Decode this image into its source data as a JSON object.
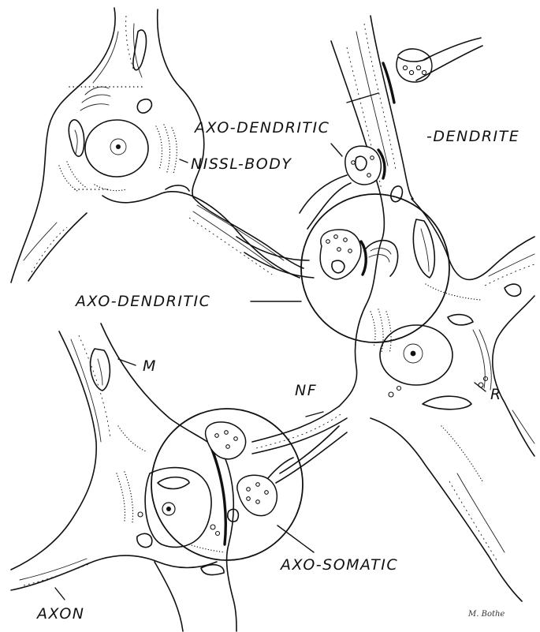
{
  "labels": {
    "axo_dendritic_top": "AXO-DENDRITIC",
    "nissl_body": "NISSL-BODY",
    "dendrite": "-DENDRITE",
    "axo_dendritic_mid": "AXO-DENDRITIC",
    "m": "M",
    "nf": "NF",
    "r": "R",
    "axo_somatic": "AXO-SOMATIC",
    "axon": "AXON"
  },
  "signature": "M. Bothe"
}
